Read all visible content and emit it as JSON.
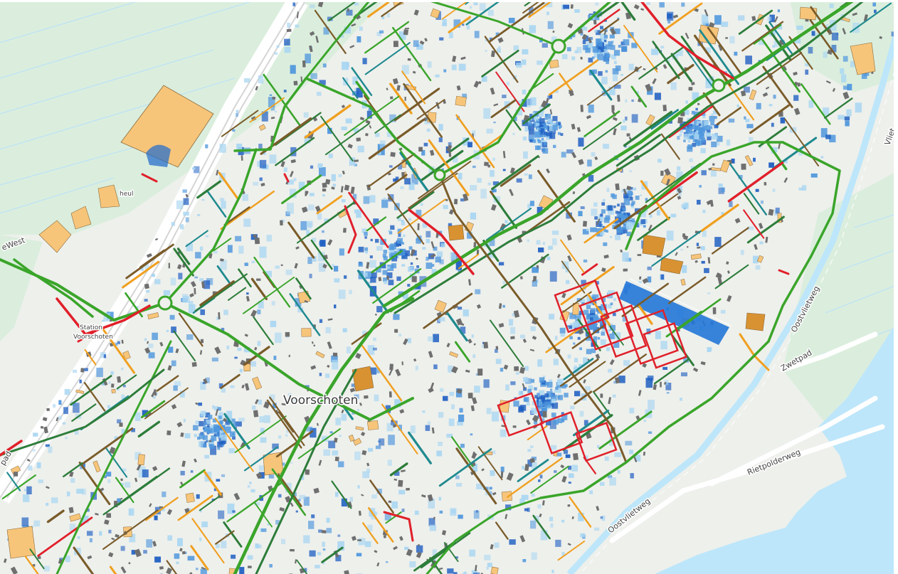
{
  "map": {
    "place_label": "Voorschoten",
    "station_label_line1": "Station",
    "station_label_line2": "Voorschoten",
    "street_labels": {
      "oostvlietweg_a": "Oostvlietweg",
      "oostvlietweg_b": "Oostvlietweg",
      "rietpolderweg": "Rietpolderweg",
      "zwetpad": "Zwetpad",
      "vliet": "Vliet",
      "west": "eWest",
      "pad": "pad",
      "heul": "heul"
    },
    "colors": {
      "land": "#eef0ec",
      "polder": "#dbeedd",
      "water": "#bde6fa",
      "water_edge": "#ffffff",
      "building": "#f7c57a",
      "building_dark": "#d89232",
      "road_good": "#3aa52a",
      "road_medium": "#2d7d3a",
      "road_teal": "#1f8a8f",
      "road_brown": "#7a5c2a",
      "road_orange": "#f0a020",
      "road_red": "#e0202a",
      "flood_light": "#a9d6f2",
      "flood_mid": "#4f97dd",
      "flood_dark": "#1f5fc2"
    }
  }
}
